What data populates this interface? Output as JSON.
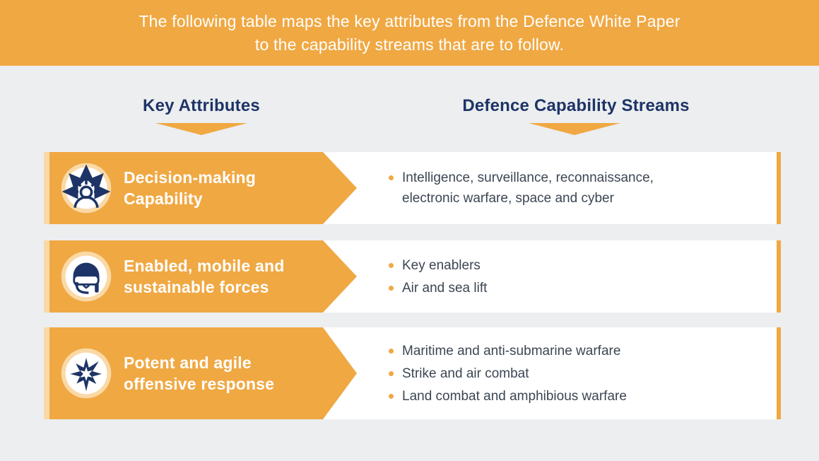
{
  "banner": {
    "line1": "The following table maps the key attributes from the Defence White Paper",
    "line2": "to the capability streams that are to follow."
  },
  "columns": {
    "left_header": "Key Attributes",
    "right_header": "Defence Capability Streams"
  },
  "rows": [
    {
      "icon": "person-radiating-arrows-icon",
      "attribute": "Decision-making Capability",
      "streams": [
        "Intelligence, surveillance, reconnaissance, electronic warfare, space and cyber"
      ]
    },
    {
      "icon": "pilot-helmet-icon",
      "attribute": "Enabled, mobile and sustainable forces",
      "streams": [
        "Key enablers",
        "Air and sea lift"
      ]
    },
    {
      "icon": "starburst-icon",
      "attribute": "Potent and agile offensive response",
      "streams": [
        "Maritime and anti-submarine warfare",
        "Strike and air combat",
        "Land combat and amphibious warfare"
      ]
    }
  ],
  "colors": {
    "orange": "#f0a843",
    "pale_orange": "#fad9a6",
    "navy": "#1e3466",
    "background": "#eceef0",
    "body_text": "#3c4653",
    "white": "#ffffff"
  }
}
